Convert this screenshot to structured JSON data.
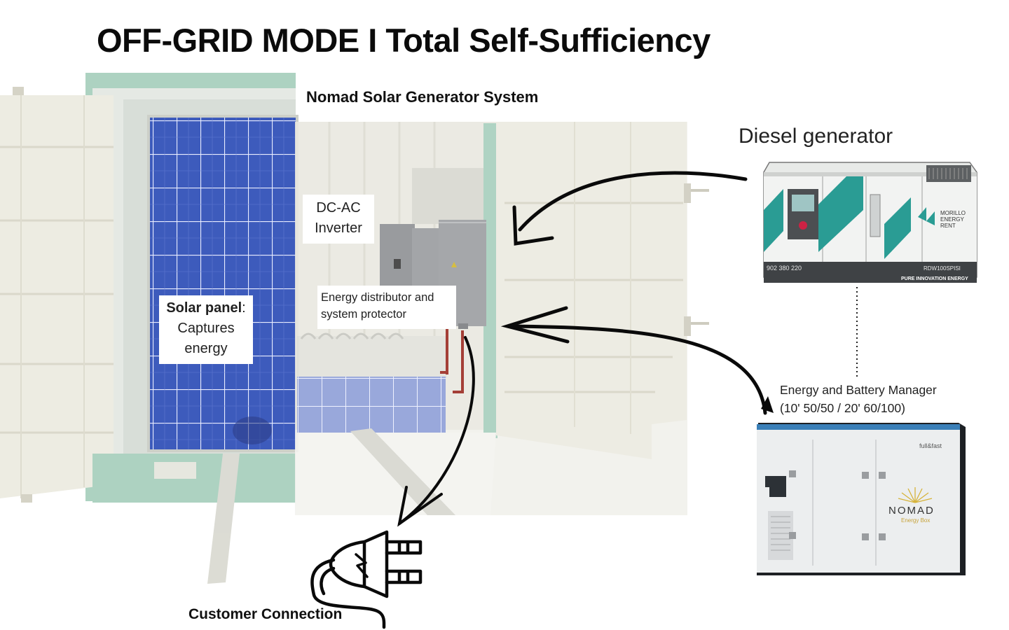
{
  "header": {
    "title": "OFF-GRID MODE I Total Self-Sufficiency",
    "system_title": "Nomad Solar Generator System"
  },
  "labels": {
    "inverter_line1": "DC-AC",
    "inverter_line2": "Inverter",
    "distributor_line1": "Energy distributor and",
    "distributor_line2": "system protector",
    "solar_bold": "Solar panel",
    "solar_colon": ":",
    "solar_line2": "Captures",
    "solar_line3": "energy",
    "diesel": "Diesel generator",
    "manager_line1": "Energy and Battery Manager",
    "manager_line2": "(10' 50/50 / 20' 60/100)",
    "customer": "Customer Connection"
  },
  "equipment": {
    "generator_brand_line1": "MORILLO",
    "generator_brand_line2": "ENERGY",
    "generator_brand_line3": "RENT",
    "generator_model": "RDW100SPISI",
    "generator_slogan": "PURE INNOVATION ENERGY",
    "generator_phone": "902 380 220",
    "manager_brand": "NOMAD",
    "manager_sub": "Energy Box",
    "manager_corner": "full&fast"
  },
  "colors": {
    "container_green": "#a7cfbd",
    "door_beige": "#ecebe0",
    "solar_blue": "#2f4fb8",
    "generator_teal": "#2a9c94",
    "manager_blue": "#3a7fb8",
    "arrow": "#0a0a0a"
  }
}
